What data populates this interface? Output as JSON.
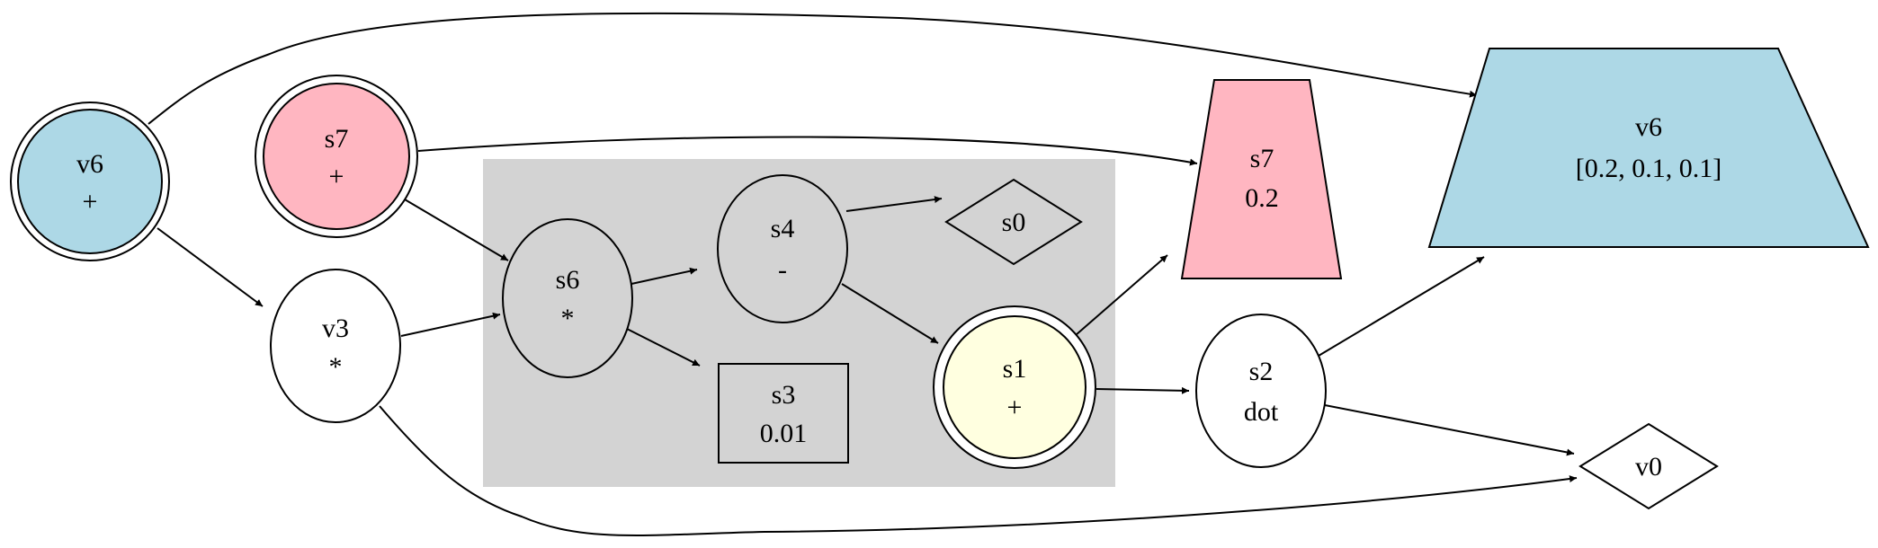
{
  "colors": {
    "background": "#ffffff",
    "cluster": "#d3d3d3",
    "blue": "#add8e6",
    "pink": "#ffb6c1",
    "yellow": "#ffffe0",
    "white": "#ffffff"
  },
  "nodes": {
    "v6_op": {
      "name": "v6",
      "value": "+"
    },
    "s7_op": {
      "name": "s7",
      "value": "+"
    },
    "v3": {
      "name": "v3",
      "value": "*"
    },
    "s6": {
      "name": "s6",
      "value": "*"
    },
    "s4": {
      "name": "s4",
      "value": "-"
    },
    "s0": {
      "name": "s0"
    },
    "s3": {
      "name": "s3",
      "value": "0.01"
    },
    "s1": {
      "name": "s1",
      "value": "+"
    },
    "s7_val": {
      "name": "s7",
      "value": "0.2"
    },
    "v6_val": {
      "name": "v6",
      "value": "[0.2, 0.1, 0.1]"
    },
    "s2": {
      "name": "s2",
      "value": "dot"
    },
    "v0": {
      "name": "v0"
    }
  },
  "edges": [
    {
      "from": "v6_op",
      "to": "v6_val"
    },
    {
      "from": "v6_op",
      "to": "v3"
    },
    {
      "from": "s7_op",
      "to": "s7_val"
    },
    {
      "from": "s7_op",
      "to": "s6"
    },
    {
      "from": "v3",
      "to": "s6"
    },
    {
      "from": "v3",
      "to": "v0"
    },
    {
      "from": "s6",
      "to": "s4"
    },
    {
      "from": "s6",
      "to": "s3"
    },
    {
      "from": "s4",
      "to": "s0"
    },
    {
      "from": "s4",
      "to": "s1"
    },
    {
      "from": "s1",
      "to": "s7_val"
    },
    {
      "from": "s1",
      "to": "s2"
    },
    {
      "from": "s2",
      "to": "v6_val"
    },
    {
      "from": "s2",
      "to": "v0"
    }
  ]
}
